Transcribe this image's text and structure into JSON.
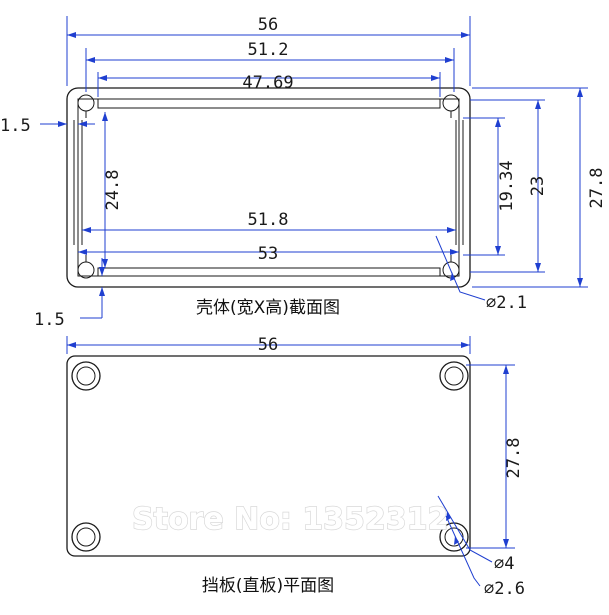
{
  "section_view": {
    "caption": "壳体(宽X高)截面图",
    "dims": {
      "outer_width": "56",
      "slot_width": "51.2",
      "inner_width": "47.69",
      "bottom_slot": "51.8",
      "bottom_width": "53",
      "left_thickness": "1.5",
      "bottom_thickness": "1.5",
      "inner_height": "24.8",
      "slot_height": "19.34",
      "mid_height": "23",
      "outer_height": "27.8",
      "screw_channel": "⌀2.1"
    }
  },
  "plate_view": {
    "caption": "挡板(直板)平面图",
    "dims": {
      "width": "56",
      "height": "27.8",
      "hole_inner": "⌀4",
      "hole_outer": "⌀2.6"
    }
  },
  "watermark": "Store No: 1352312"
}
